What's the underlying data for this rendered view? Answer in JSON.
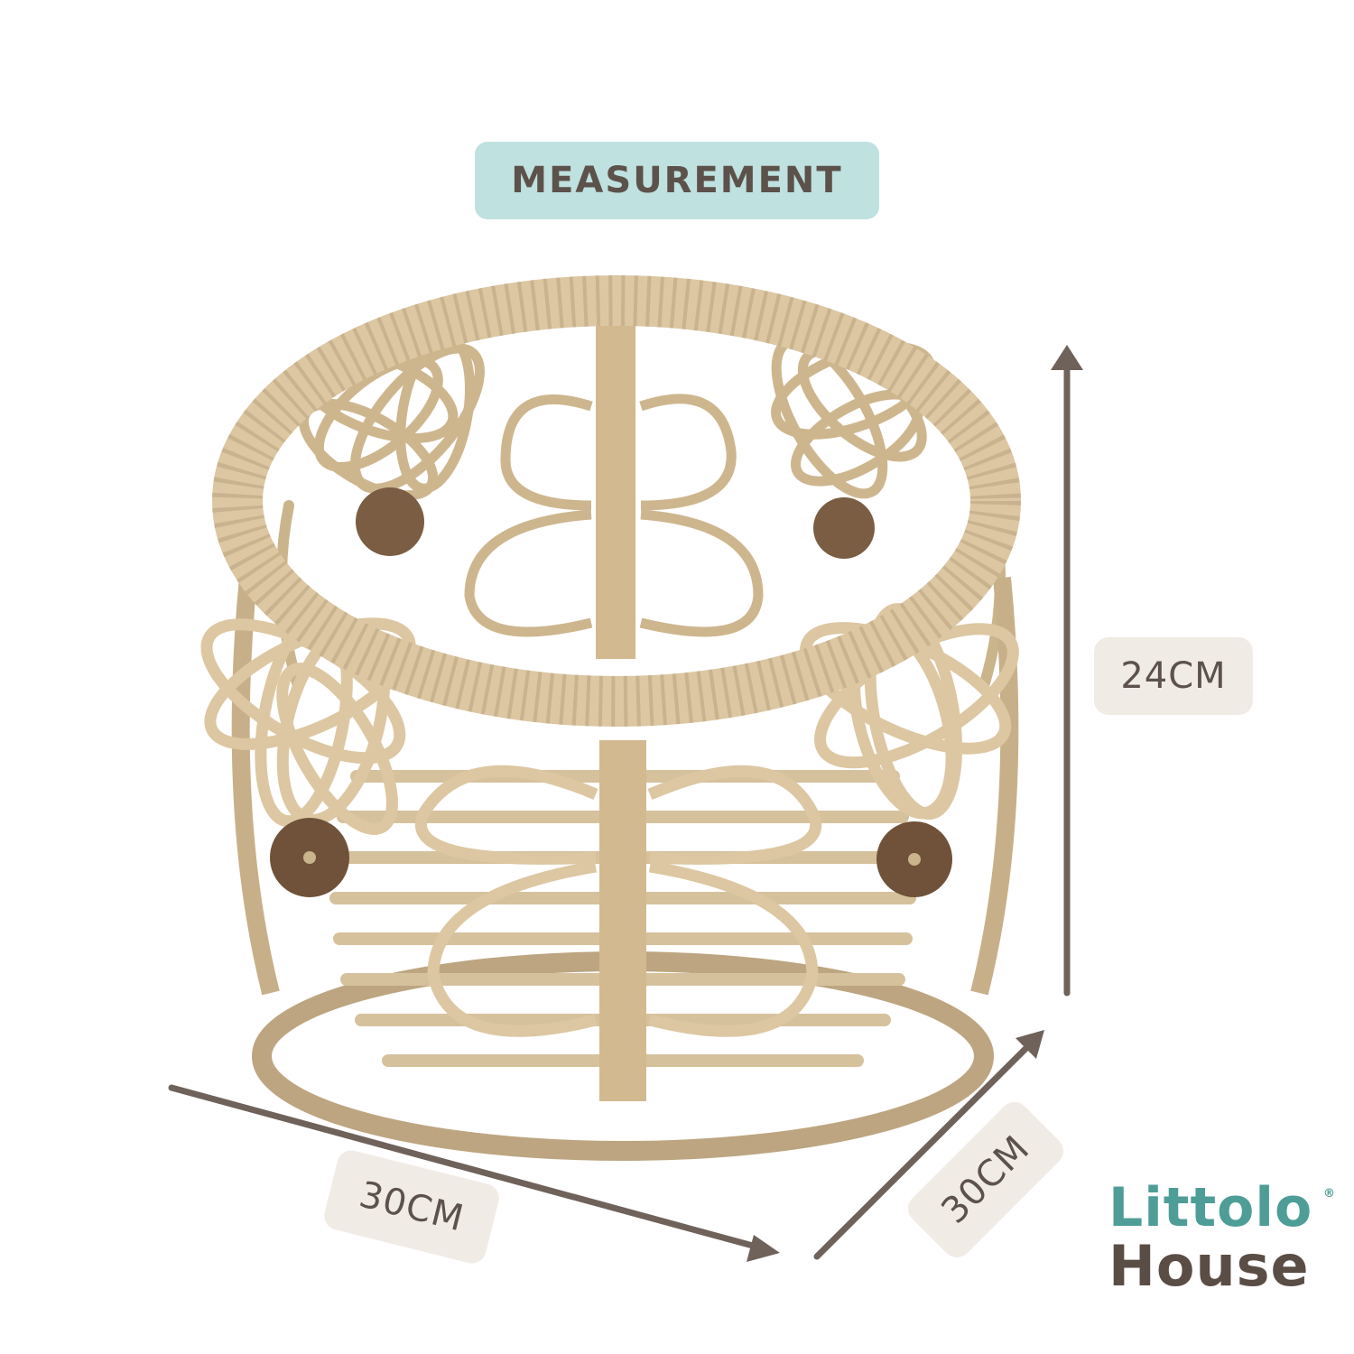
{
  "title": "MEASUREMENT",
  "dimensions": {
    "height": "24CM",
    "width": "30CM",
    "depth": "30CM"
  },
  "logo": {
    "line1": "Littolo",
    "line2": "House",
    "registered": "®"
  },
  "colors": {
    "title_bg": "#bfe1df",
    "text": "#5c524b",
    "label_bg": "#f1ebe6",
    "arrow": "#6f625b",
    "rattan": "#dcc7a2",
    "logo_teal": "#4e9d97",
    "logo_brown": "#5a4d45"
  }
}
